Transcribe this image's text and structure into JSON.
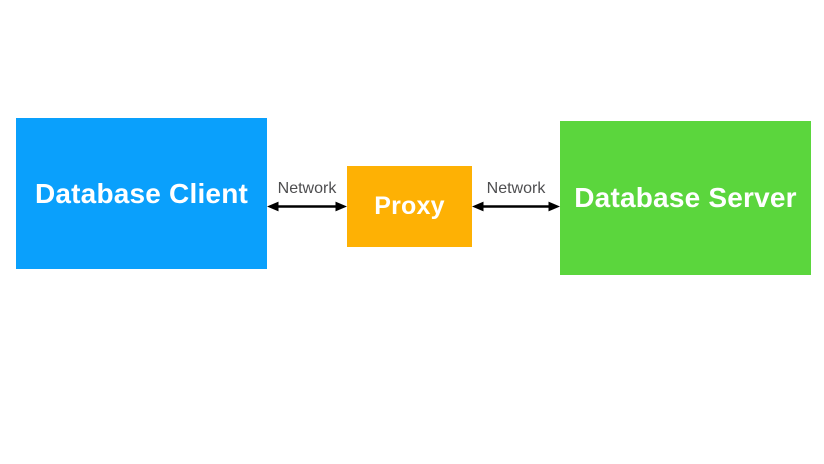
{
  "canvas": {
    "background": "#ffffff"
  },
  "nodes": [
    {
      "id": "client",
      "label": "Database Client",
      "fill": "#0aa0fc",
      "text_color": "#ffffff"
    },
    {
      "id": "proxy",
      "label": "Proxy",
      "fill": "#feb104",
      "text_color": "#ffffff"
    },
    {
      "id": "server",
      "label": "Database Server",
      "fill": "#5bd63d",
      "text_color": "#ffffff"
    }
  ],
  "links": [
    {
      "id": "client-proxy",
      "label": "Network",
      "arrow": "double-headed"
    },
    {
      "id": "proxy-server",
      "label": "Network",
      "arrow": "double-headed"
    }
  ],
  "colors": {
    "link_label": "#4e4e50",
    "arrow": "#000000"
  }
}
